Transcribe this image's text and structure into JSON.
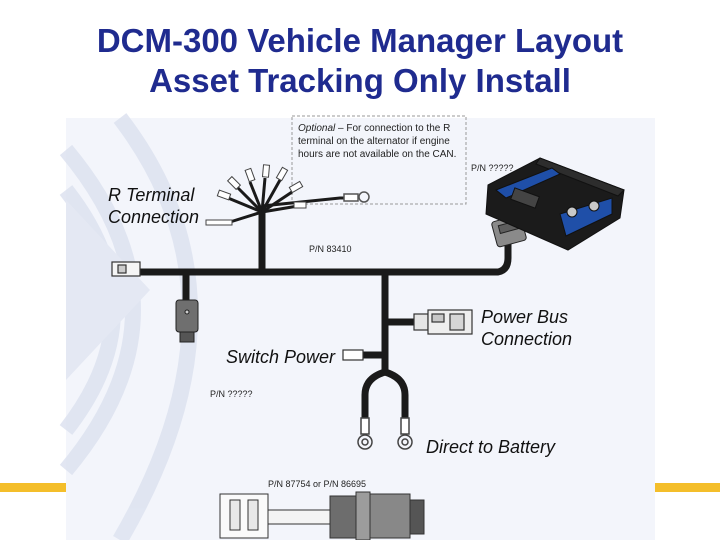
{
  "header": {
    "title_line1": "DCM-300 Vehicle Manager Layout",
    "title_line2": "Asset Tracking Only Install"
  },
  "labels": {
    "r_terminal": "R Terminal\nConnection",
    "switch_power": "Switch Power",
    "power_bus": "Power Bus\nConnection",
    "direct_battery": "Direct to Battery"
  },
  "part_numbers": {
    "dcm": "P/N ?????",
    "harness": "P/N 83410",
    "fuse": "P/N ?????",
    "adapter": "P/N 87754 or P/N 86695"
  },
  "note": {
    "optional": "Optional",
    "text": " – For connection to the R terminal on the alternator if engine hours are not available on the CAN."
  },
  "colors": {
    "title": "#1f2b8f",
    "accent_bar": "#f4be2a",
    "device_blue": "#1f4fa8",
    "wire": "#1a1a1a"
  }
}
